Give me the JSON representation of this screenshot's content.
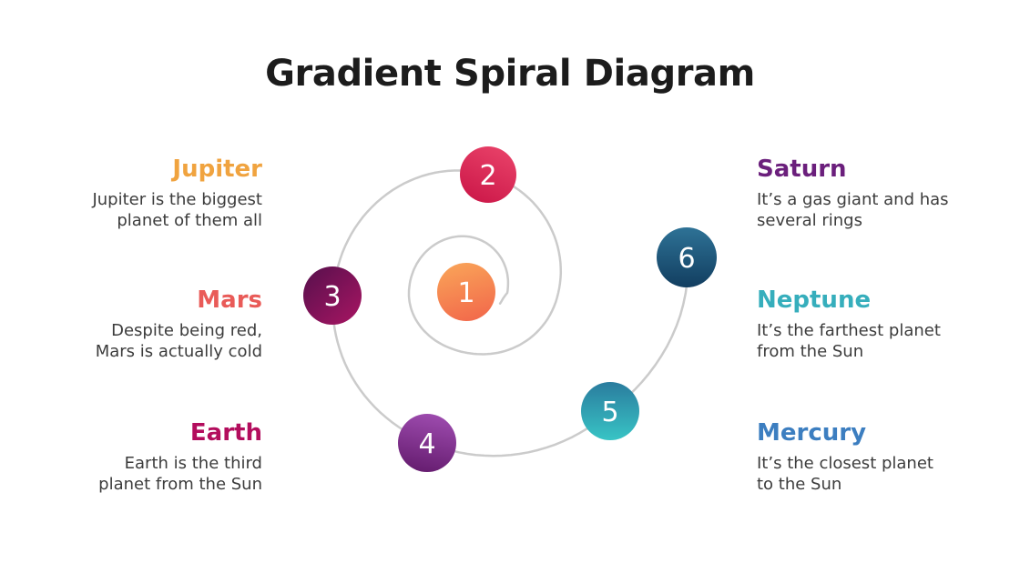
{
  "title": "Gradient Spiral Diagram",
  "background_color": "#ffffff",
  "spiral_color": "#cbcbcb",
  "body_text_color": "#3c3c3c",
  "planets": [
    {
      "num": "1",
      "name": "Jupiter",
      "desc": "Jupiter is the biggest\nplanet of them all",
      "heading_color": "#F0A33F",
      "gradient": [
        "#F9A158",
        "#F26A4B"
      ]
    },
    {
      "num": "2",
      "name": "Mars",
      "desc": "Despite being red,\nMars is actually cold",
      "heading_color": "#E95B58",
      "gradient": [
        "#E84168",
        "#CC1849"
      ]
    },
    {
      "num": "3",
      "name": "Earth",
      "desc": "Earth is the third\nplanet from the Sun",
      "heading_color": "#B30D5D",
      "gradient": [
        "#5B104E",
        "#A31561"
      ]
    },
    {
      "num": "4",
      "name": "Saturn",
      "desc": "It’s a gas giant and has\nseveral rings",
      "heading_color": "#6B1F7C",
      "gradient": [
        "#9D4BAE",
        "#661D70"
      ]
    },
    {
      "num": "5",
      "name": "Neptune",
      "desc": "It’s the farthest planet\nfrom the Sun",
      "heading_color": "#36AEBC",
      "gradient": [
        "#2A7C9E",
        "#38C4C5"
      ]
    },
    {
      "num": "6",
      "name": "Mercury",
      "desc": "It’s the closest planet\nto the Sun",
      "heading_color": "#3C7EC0",
      "gradient": [
        "#2E7296",
        "#123E60"
      ]
    }
  ]
}
